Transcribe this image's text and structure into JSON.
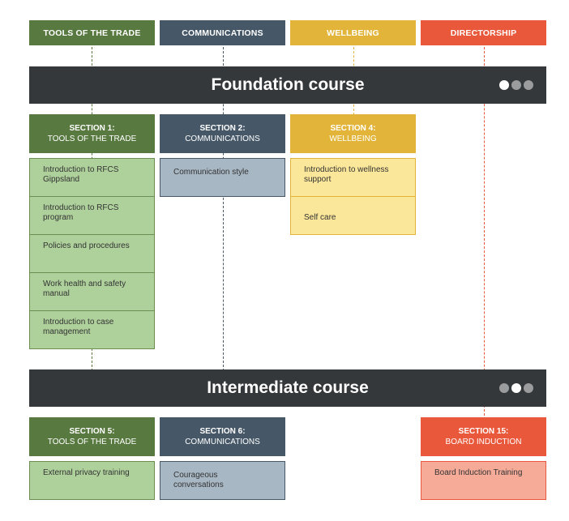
{
  "categories": [
    "TOOLS OF THE TRADE",
    "COMMUNICATIONS",
    "WELLBEING",
    "DIRECTORSHIP"
  ],
  "foundation": {
    "title": "Foundation course",
    "sections": [
      {
        "number": "SECTION 1:",
        "name": "TOOLS OF THE TRADE",
        "items": [
          "Introduction to RFCS Gippsland",
          "Introduction to RFCS program",
          "Policies and procedures",
          "Work health and safety manual",
          "Introduction to case management"
        ]
      },
      {
        "number": "SECTION 2:",
        "name": "COMMUNICATIONS",
        "items": [
          "Communication style"
        ]
      },
      {
        "number": "SECTION 4:",
        "name": "WELLBEING",
        "items": [
          "Introduction to wellness support",
          "Self care"
        ]
      }
    ]
  },
  "intermediate": {
    "title": "Intermediate course",
    "sections": [
      {
        "number": "SECTION 5:",
        "name": "TOOLS OF THE TRADE",
        "items": [
          "External privacy training"
        ]
      },
      {
        "number": "SECTION 6:",
        "name": "COMMUNICATIONS",
        "items": [
          "Courageous conversations"
        ]
      },
      {
        "number": "SECTION 15:",
        "name": "BOARD INDUCTION",
        "items": [
          "Board Induction Training"
        ]
      }
    ]
  },
  "colors": {
    "green": "#587a40",
    "navy": "#465868",
    "yellow": "#e2b53a",
    "orange": "#e9583a",
    "bar": "#35383b"
  }
}
